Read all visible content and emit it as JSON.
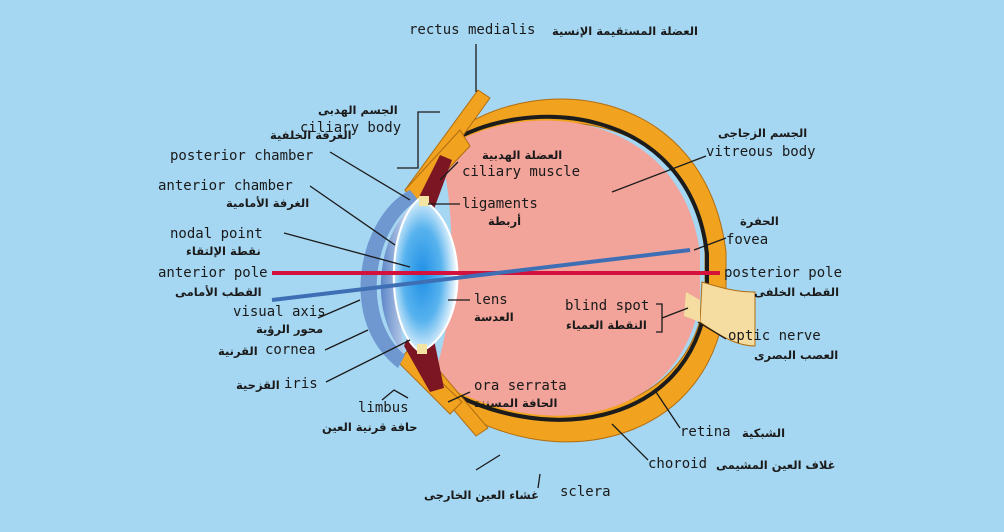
{
  "labels": {
    "rectus_medialis": {
      "en": "rectus medialis",
      "ar": "العضلة المستقيمة الإنسية"
    },
    "ciliary_body": {
      "en": "ciliary body",
      "ar": "الجسم الهدبى"
    },
    "posterior_chamber": {
      "en": "posterior chamber",
      "ar": "الغرفة الخلفية"
    },
    "anterior_chamber": {
      "en": "anterior chamber",
      "ar": "الغرفة الأمامية"
    },
    "nodal_point": {
      "en": "nodal point",
      "ar": "نقطة الإلتقاء"
    },
    "anterior_pole": {
      "en": "anterior pole",
      "ar": "القطب الأمامى"
    },
    "visual_axis": {
      "en": "visual axis",
      "ar": "محور الرؤية"
    },
    "cornea": {
      "en": "cornea",
      "ar": "القرنية"
    },
    "iris": {
      "en": "iris",
      "ar": "القزحية"
    },
    "limbus": {
      "en": "limbus",
      "ar": "حافة قرنية العين"
    },
    "ciliary_muscle": {
      "en": "ciliary muscle",
      "ar": "العضلة الهدبية"
    },
    "ligaments": {
      "en": "ligaments",
      "ar": "أربطة"
    },
    "lens": {
      "en": "lens",
      "ar": "العدسة"
    },
    "ora_serrata": {
      "en": "ora serrata",
      "ar": "الحافة المسننة"
    },
    "sclera": {
      "en": "sclera",
      "ar": "غشاء العين الخارجى"
    },
    "vitreous_body": {
      "en": "vitreous body",
      "ar": "الجسم الزجاجى"
    },
    "fovea": {
      "en": "fovea",
      "ar": "الحفرة"
    },
    "posterior_pole": {
      "en": "posterior pole",
      "ar": "القطب الخلفى"
    },
    "blind_spot": {
      "en": "blind spot",
      "ar": "النقطة العمياء"
    },
    "optic_nerve": {
      "en": "optic nerve",
      "ar": "العصب البصرى"
    },
    "retina": {
      "en": "retina",
      "ar": "الشبكية"
    },
    "choroid": {
      "en": "choroid",
      "ar": "غلاف العين المشيمى"
    }
  },
  "colors": {
    "background": "#a6d7f2",
    "sclera": "#f1a21f",
    "vitreous": "#f2a39a",
    "choroid": "#1c1c1c",
    "iris_ciliary": "#7c1622",
    "cornea": "#7fa3d6",
    "lens": "#2f98e6",
    "anterior_pole_line": "#d4103c",
    "visual_axis_line": "#3e6fb4"
  }
}
